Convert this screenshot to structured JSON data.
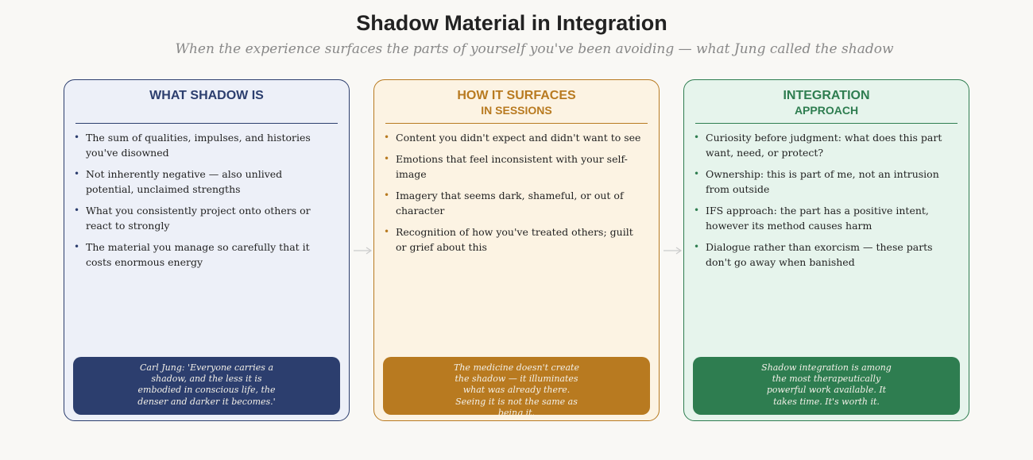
{
  "title": "Shadow Material in Integration",
  "subtitle": "When the experience surfaces the parts of yourself you've been avoiding — what Jung called the shadow",
  "colors": {
    "blue": "#2c3e6e",
    "gold": "#b87a20",
    "green": "#2e7d50"
  },
  "cards": [
    {
      "title": "WHAT SHADOW IS",
      "subtitle": "",
      "items": [
        "The sum of qualities, impulses, and histories you've disowned",
        "Not inherently negative — also unlived potential, unclaimed strengths",
        "What you consistently project onto others or react to strongly",
        "The material you manage so carefully that it costs enormous energy"
      ],
      "quote": "Carl Jung: 'Everyone carries a shadow, and the less it is embodied in conscious life, the denser and darker it becomes.'"
    },
    {
      "title": "HOW IT SURFACES",
      "subtitle": "IN SESSIONS",
      "items": [
        "Content you didn't expect and didn't want to see",
        "Emotions that feel inconsistent with your self-image",
        "Imagery that seems dark, shameful, or out of character",
        "Recognition of how you've treated others; guilt or grief about this"
      ],
      "quote": "The medicine doesn't create the shadow — it illuminates what was already there. Seeing it is not the same as being it."
    },
    {
      "title": "INTEGRATION",
      "subtitle": "APPROACH",
      "items": [
        "Curiosity before judgment: what does this part want, need, or protect?",
        "Ownership: this is part of me, not an intrusion from outside",
        "IFS approach: the part has a positive intent, however its method causes harm",
        "Dialogue rather than exorcism — these parts don't go away when banished"
      ],
      "quote": "Shadow integration is among the most therapeutically powerful work available. It takes time. It's worth it."
    }
  ]
}
